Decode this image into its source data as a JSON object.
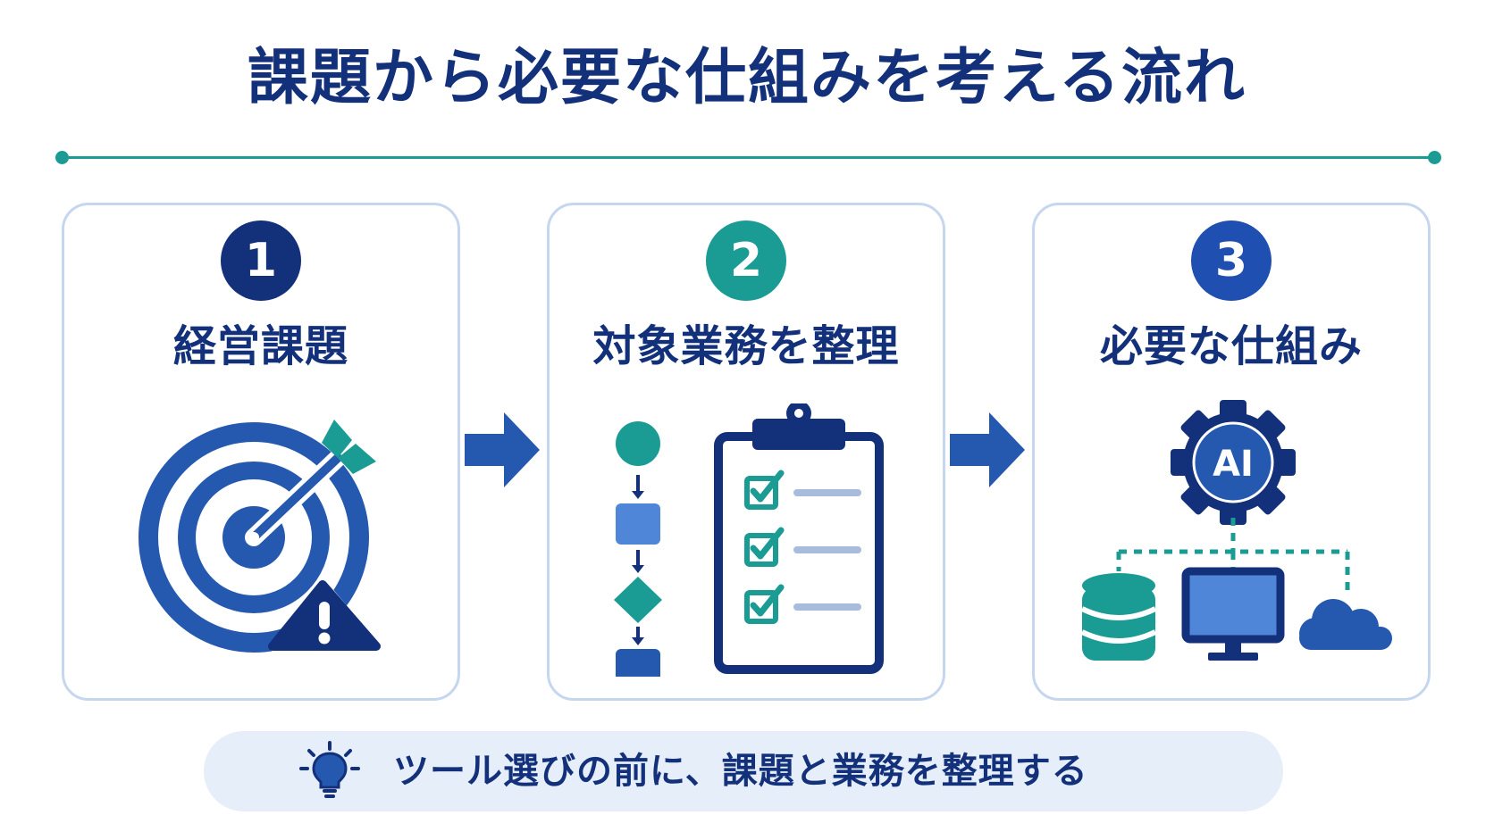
{
  "title": "課題から必要な仕組みを考える流れ",
  "steps": [
    {
      "number": "1",
      "title": "経営課題",
      "icon": "target-warning-icon",
      "color": "#13307a"
    },
    {
      "number": "2",
      "title": "対象業務を整理",
      "icon": "flowchart-checklist-icon",
      "color": "#1a9c94"
    },
    {
      "number": "3",
      "title": "必要な仕組み",
      "icon": "ai-systems-icon",
      "color": "#1f4fb0"
    }
  ],
  "ai_label": "AI",
  "tip": {
    "text": "ツール選びの前に、課題と業務を整理する",
    "icon": "lightbulb-icon"
  },
  "colors": {
    "navy": "#13307a",
    "blue": "#2559b0",
    "light_blue": "#4f86d8",
    "teal": "#1a9c94",
    "card_border": "#c7d6ef",
    "tip_background": "#e6eef9"
  }
}
